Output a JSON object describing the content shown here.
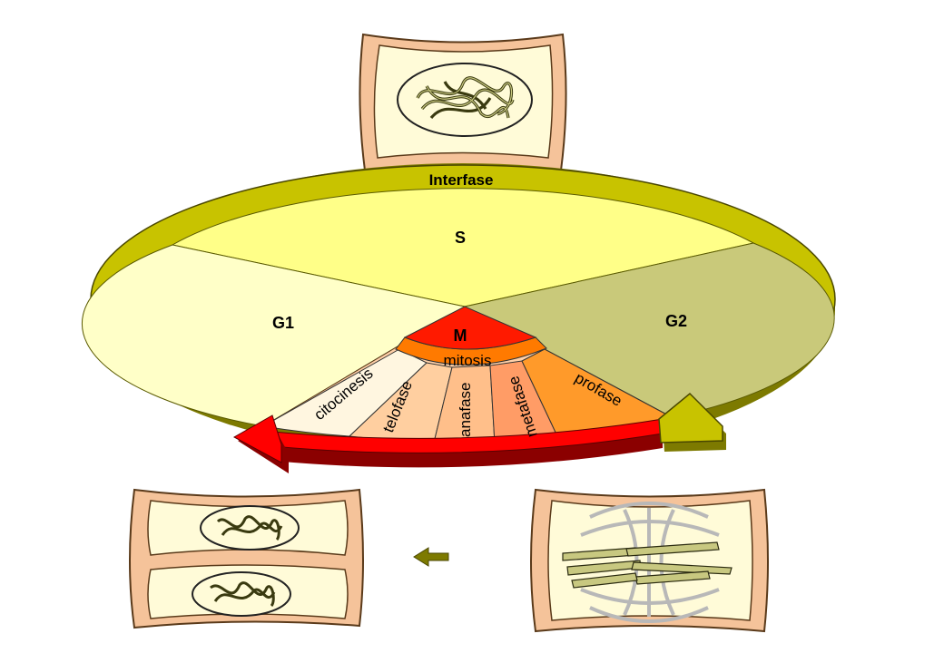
{
  "cycle": {
    "outer_ring_label": "Interfase",
    "sectors": {
      "s": "S",
      "g1": "G1",
      "g2": "G2",
      "m": "M"
    },
    "mitosis_band": "mitosis",
    "phases": [
      "citocinesis",
      "telofase",
      "anafase",
      "metafase",
      "profase"
    ]
  },
  "colors": {
    "ring": "#c8c300",
    "ring_dark": "#7d7a00",
    "s_sector": "#ffff88",
    "g1_sector": "#ffffc8",
    "g2_sector": "#c9c97a",
    "m_sector": "#ff1a00",
    "mitosis_band": "#ff7a00",
    "mitosis_arrow": "#ff0000",
    "mitosis_arrow_dark": "#8b0000",
    "cell_wall": "#f5c39a",
    "cell_inner": "#fffbd8"
  },
  "icons": [
    "interphase-cell-icon",
    "metaphase-cell-icon",
    "daughter-cells-icon",
    "left-arrow-icon"
  ]
}
